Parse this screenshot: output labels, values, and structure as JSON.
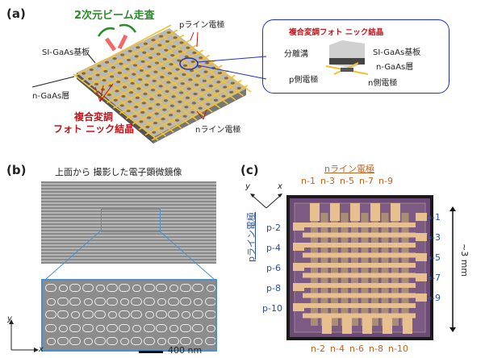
{
  "panel_a": {
    "label": "(a)",
    "beam_scan": "2次元ビーム走査",
    "p_line": "pライン電極",
    "substrate": "SI-GaAs基板",
    "n_layer": "n-GaAs層",
    "pc_line1": "複合変調",
    "pc_line2": "フォト ニック結晶",
    "n_line": "nライン電極",
    "inset": {
      "title": "複合変調フォト ニック結晶",
      "trench": "分離溝",
      "substrate": "SI-GaAs基板",
      "n_layer": "n-GaAs層",
      "p_electrode": "p側電極",
      "n_electrode": "n側電極"
    }
  },
  "panel_b": {
    "label": "(b)",
    "title": "上面から 撮影した電子顕微鏡像",
    "axis_y": "y",
    "axis_x": "x",
    "scale_bar": "400 nm"
  },
  "panel_c": {
    "label": "(c)",
    "n_line_title": "nライン電極",
    "p_line_title": "pライン電極",
    "axis_y": "y",
    "axis_x": "x",
    "size": "~3 mm",
    "n_top": [
      "n-1",
      "n-3",
      "n-5",
      "n-7",
      "n-9"
    ],
    "n_bottom": [
      "n-2",
      "n-4",
      "n-6",
      "n-8",
      "n-10"
    ],
    "p_left": [
      "p-2",
      "p-4",
      "p-6",
      "p-8",
      "p-10"
    ],
    "p_right": [
      "p-1",
      "p-3",
      "p-5",
      "p-7",
      "p-9"
    ]
  },
  "colors": {
    "red": "#c0161c",
    "green": "#2c8a2c",
    "blue": "#2b4f9e",
    "orange": "#c4621f",
    "gold": "#f2c230",
    "chip_purple": "#6e4a78",
    "sem_blue": "#4a90d0"
  }
}
